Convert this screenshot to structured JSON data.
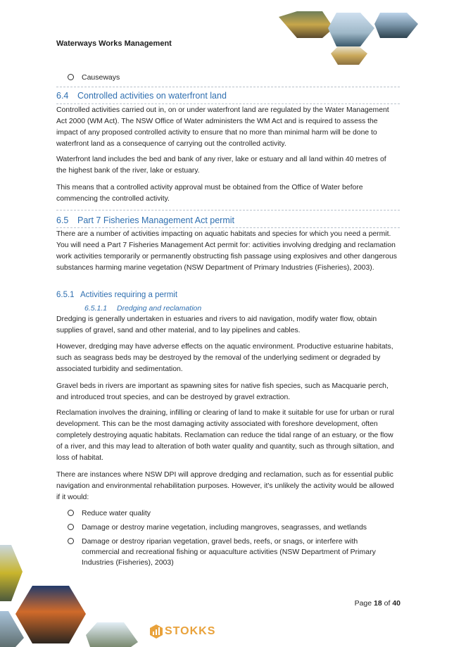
{
  "header": {
    "title": "Waterways Works Management"
  },
  "top_bullet": "Causeways",
  "s64": {
    "number": "6.4",
    "title": "Controlled activities on waterfront land",
    "p1": "Controlled activities carried out in, on or under waterfront land are regulated by the Water Management Act 2000 (WM Act). The NSW Office of Water administers the WM Act and is required to assess the impact of any proposed controlled activity to ensure that no more than minimal harm will be done to waterfront land as a consequence of carrying out the controlled activity.",
    "p2": "Waterfront land includes the bed and bank of any river, lake or estuary and all land within 40 metres of the highest bank of the river, lake or estuary.",
    "p3": "This means that a controlled activity approval must be obtained from the Office of Water before commencing the controlled activity."
  },
  "s65": {
    "number": "6.5",
    "title": "Part 7 Fisheries Management  Act permit",
    "p1": "There are a number of activities impacting on aquatic habitats and species for which you need a permit. You will need a Part 7 Fisheries Management Act permit for: activities involving dredging and reclamation work activities temporarily or permanently obstructing fish passage using explosives and other dangerous substances harming marine vegetation (NSW Department of Primary Industries (Fisheries), 2003)."
  },
  "s651": {
    "number": "6.5.1",
    "title": "Activities requiring a permit"
  },
  "s6511": {
    "number": "6.5.1.1",
    "title": "Dredging and reclamation",
    "p1": "Dredging is generally undertaken in estuaries and rivers to aid navigation, modify water flow, obtain supplies of gravel, sand and other material, and to lay pipelines and cables.",
    "p2": "However, dredging may have adverse effects on the aquatic environment. Productive estuarine habitats, such as seagrass beds may be destroyed by the removal of the underlying sediment or degraded by associated turbidity and sedimentation.",
    "p3": "Gravel beds in rivers are important as spawning sites for native fish species, such as Macquarie perch, and introduced trout species, and can be destroyed by gravel extraction.",
    "p4": "Reclamation involves the draining, infilling or clearing of land to make it suitable for use for urban or rural development. This can be the most damaging activity associated with foreshore development, often completely destroying aquatic habitats. Reclamation can reduce the tidal range of an estuary, or the flow of a river, and this may lead to alteration of both water quality and quantity, such as through siltation, and loss of habitat.",
    "p5": "There are instances where NSW DPI will approve dredging and reclamation, such as for essential public navigation and environmental rehabilitation purposes. However, it's unlikely the activity would be allowed if it would:",
    "bullets": [
      "Reduce water quality",
      "Damage or destroy marine vegetation, including mangroves, seagrasses, and wetlands",
      "Damage or destroy riparian vegetation, gravel beds, reefs, or snags, or interfere with commercial and recreational fishing or aquaculture activities (NSW Department of Primary Industries (Fisheries), 2003)"
    ]
  },
  "footer": {
    "page_label": "Page",
    "page_current": "18",
    "page_of": "of",
    "page_total": "40"
  },
  "logo": {
    "text": "STOKKS",
    "color": "#e9a23b"
  },
  "colors": {
    "heading": "#2f6fb0",
    "body": "#262626"
  }
}
